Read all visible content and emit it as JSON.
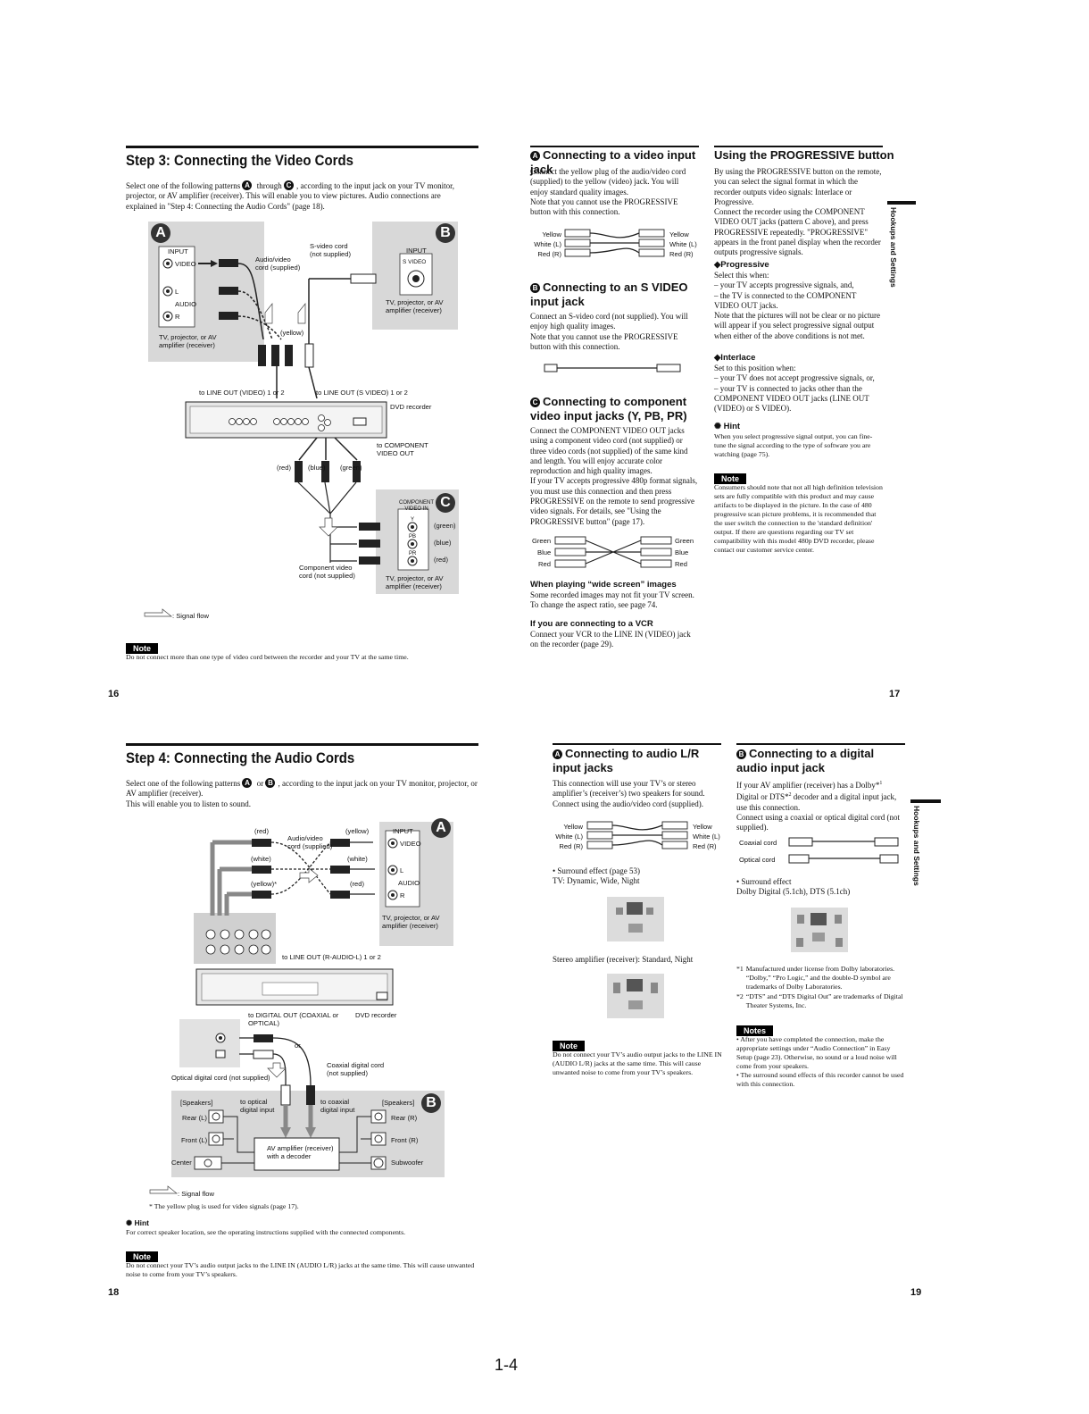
{
  "p16": {
    "title": "Step 3: Connecting the Video Cords",
    "intro_a": "Select one of the following patterns ",
    "intro_b": " through ",
    "intro_c": ", according to the input jack on your TV monitor, projector, or AV amplifier (receiver). This will enable you to view pictures. Audio connections are explained in \"Step 4: Connecting the Audio Cords\" (page 18).",
    "marker_a": "A",
    "marker_b": "B",
    "marker_c": "C",
    "labels": {
      "input": "INPUT",
      "video": "VIDEO",
      "l": "L",
      "audio": "AUDIO",
      "r": "R",
      "tv_a": "TV, projector, or AV\namplifier (receiver)",
      "av_cord": "Audio/video\ncord (supplied)",
      "svideo_cord": "S-video cord\n(not supplied)",
      "input_b": "INPUT",
      "svideo": "S VIDEO",
      "tv_b": "TV, projector, or AV\namplifier (receiver)",
      "yellow": "(yellow)",
      "line_out_video": "to LINE OUT (VIDEO) 1 or 2",
      "line_out_svideo": "to LINE OUT (S VIDEO) 1 or 2",
      "dvd": "DVD recorder",
      "comp_out": "to COMPONENT\nVIDEO OUT",
      "red": "(red)",
      "blue": "(blue)",
      "green": "(green)",
      "comp_in": "COMPONENT\nVIDEO IN",
      "y": "Y",
      "pb": "PB",
      "pr": "PR",
      "green2": "(green)",
      "blue2": "(blue)",
      "red2": "(red)",
      "comp_cord": "Component video\ncord (not supplied)",
      "tv_c": "TV, projector, or AV\namplifier (receiver)"
    },
    "signal_flow": ": Signal flow",
    "note_label": "Note",
    "note_text": "Do not connect more than one type of video cord between the recorder and your TV at the same time.",
    "page_num": "16"
  },
  "p17": {
    "a_head": "Connecting to a video input jack",
    "a_text": "Connect the yellow plug of the audio/video cord (supplied) to the yellow (video) jack. You will enjoy standard quality images.\nNote that you cannot use the PROGRESSIVE button with this connection.",
    "a_plugs_left": [
      "Yellow",
      "White (L)",
      "Red (R)"
    ],
    "a_plugs_right": [
      "Yellow",
      "White (L)",
      "Red (R)"
    ],
    "b_head": "Connecting to an S VIDEO input jack",
    "b_text": "Connect an S-video cord (not supplied). You will enjoy high quality images.\nNote that you cannot use the PROGRESSIVE button with this connection.",
    "c_head": "Connecting to component video input jacks (Y, PB, PR)",
    "c_text": "Connect the COMPONENT VIDEO OUT jacks using a component video cord (not supplied) or three video cords (not supplied) of the same kind and length. You will enjoy accurate color reproduction and high quality images.\nIf your TV accepts progressive 480p format signals, you must use this connection and then press PROGRESSIVE on the remote to send progressive video signals. For details, see \"Using the PROGRESSIVE button\" (page 17).",
    "c_plugs_left": [
      "Green",
      "Blue",
      "Red"
    ],
    "c_plugs_right": [
      "Green",
      "Blue",
      "Red"
    ],
    "wide_head": "When playing “wide screen” images",
    "wide_text": "Some recorded images may not fit your TV screen. To change the aspect ratio, see page 74.",
    "vcr_head": "If you are connecting to a VCR",
    "vcr_text": "Connect your VCR to the LINE IN (VIDEO) jack on the recorder (page 29).",
    "prog_head": "Using the PROGRESSIVE button",
    "prog_text": "By using the PROGRESSIVE button on the remote, you can select the signal format in which the recorder outputs video signals: Interlace or Progressive.\nConnect the recorder using the COMPONENT VIDEO OUT jacks (pattern C above), and press PROGRESSIVE repeatedly. \"PROGRESSIVE\" appears in the front panel display when the recorder outputs progressive signals.",
    "progressive_head": "◆Progressive",
    "progressive_text": "Select this when:\n– your TV accepts progressive signals, and,\n– the TV is connected to the COMPONENT\n   VIDEO OUT jacks.\nNote that the pictures will not be clear or no picture will appear if you select progressive signal output when either of the above conditions is not met.",
    "interlace_head": "◆Interlace",
    "interlace_text": "Set to this position when:\n– your TV does not accept progressive signals, or,\n– your TV is connected to jacks other than the\n   COMPONENT VIDEO OUT jacks (LINE OUT\n   (VIDEO) or S VIDEO).",
    "hint_label": "Hint",
    "hint_text": "When you select progressive signal output, you can fine-tune the signal according to the type of software you are watching (page 75).",
    "note_label": "Note",
    "note_text": "Consumers should note that not all high definition television sets are fully compatible with this product and may cause artifacts to be displayed in the picture. In the case of 480 progressive scan picture problems, it is recommended that the user switch the connection to the 'standard definition' output. If there are questions regarding our TV set compatibility with this model 480p DVD recorder, please contact our customer service center.",
    "side_tab": "Hookups and Settings",
    "page_num": "17"
  },
  "p18": {
    "title": "Step 4: Connecting the Audio Cords",
    "intro_a": "Select one of the following patterns ",
    "intro_b": " or ",
    "intro_c": ", according to the input jack on your TV monitor, projector, or AV amplifier (receiver).\nThis will enable you to listen to sound.",
    "labels": {
      "red": "(red)",
      "yellow": "(yellow)",
      "white": "(white)",
      "white2": "(white)",
      "yellow_star": "(yellow)*",
      "red2": "(red)",
      "av_cord": "Audio/video\ncord (supplied)",
      "input": "INPUT",
      "video": "VIDEO",
      "l": "L",
      "audio": "AUDIO",
      "r": "R",
      "tv": "TV, projector, or AV\namplifier (receiver)",
      "line_out_audio": "to LINE OUT (R-AUDIO-L) 1 or 2",
      "digital_out": "to DIGITAL OUT (COAXIAL or\nOPTICAL)",
      "dvd": "DVD recorder",
      "or": "or",
      "coax_cord": "Coaxial digital cord\n(not supplied)",
      "opt_cord": "Optical digital cord (not supplied)",
      "speakers_l": "[Speakers]",
      "speakers_r": "[Speakers]",
      "to_optical": "to optical\ndigital input",
      "to_coaxial": "to coaxial\ndigital input",
      "rear_l": "Rear (L)",
      "rear_r": "Rear (R)",
      "front_l": "Front (L)",
      "front_r": "Front (R)",
      "center": "Center",
      "subwoofer": "Subwoofer",
      "amp": "AV amplifier (receiver)\nwith a decoder"
    },
    "signal_flow": ": Signal flow",
    "footnote": "* The yellow plug is used for video signals (page 17).",
    "hint_label": "Hint",
    "hint_text": "For correct speaker location, see the operating instructions supplied with the connected components.",
    "note_label": "Note",
    "note_text": "Do not connect your TV’s audio output jacks to the LINE IN (AUDIO L/R) jacks at the same time. This will cause unwanted noise to come from your TV’s speakers.",
    "page_num": "18"
  },
  "p19": {
    "a_head": "Connecting to audio L/R input jacks",
    "a_text": "This connection will use your TV’s or stereo amplifier’s (receiver’s) two speakers for sound. Connect using the audio/video cord (supplied).",
    "a_plugs_left": [
      "Yellow",
      "White (L)",
      "Red (R)"
    ],
    "a_plugs_right": [
      "Yellow",
      "White (L)",
      "Red (R)"
    ],
    "surround_a": "• Surround effect (page 53)\nTV: Dynamic, Wide, Night",
    "stereo": "Stereo amplifier (receiver): Standard, Night",
    "note_label": "Note",
    "note_text": "Do not connect your TV’s audio output jacks to the LINE IN (AUDIO L/R) jacks at the same time. This will cause unwanted noise to come from your TV’s speakers.",
    "b_head": "Connecting to a digital audio input jack",
    "b_text_1": "If your AV amplifier (receiver) has a Dolby*",
    "b_text_2": "Digital or DTS*",
    "b_text_3": " decoder and a digital input jack, use this connection.\nConnect using a coaxial or optical digital cord (not supplied).",
    "coax_label": "Coaxial cord",
    "optical_label": "Optical cord",
    "surround_b": "• Surround effect\nDolby Digital (5.1ch), DTS (5.1ch)",
    "fn1_mark": "*1",
    "fn1": "Manufactured under license from Dolby laboratories. “Dolby,” “Pro Logic,” and the double-D symbol are trademarks of Dolby Laboratories.",
    "fn2_mark": "*2",
    "fn2": "“DTS” and “DTS Digital Out” are trademarks of Digital Theater Systems, Inc.",
    "notes_label": "Notes",
    "notes": [
      "• After you have completed the connection, make the appropriate settings under “Audio Connection” in Easy Setup (page 23). Otherwise, no sound or a loud noise will come from your speakers.",
      "• The surround sound effects of this recorder cannot be used with this connection."
    ],
    "side_tab": "Hookups and Settings",
    "page_num": "19"
  },
  "footer": "1-4"
}
